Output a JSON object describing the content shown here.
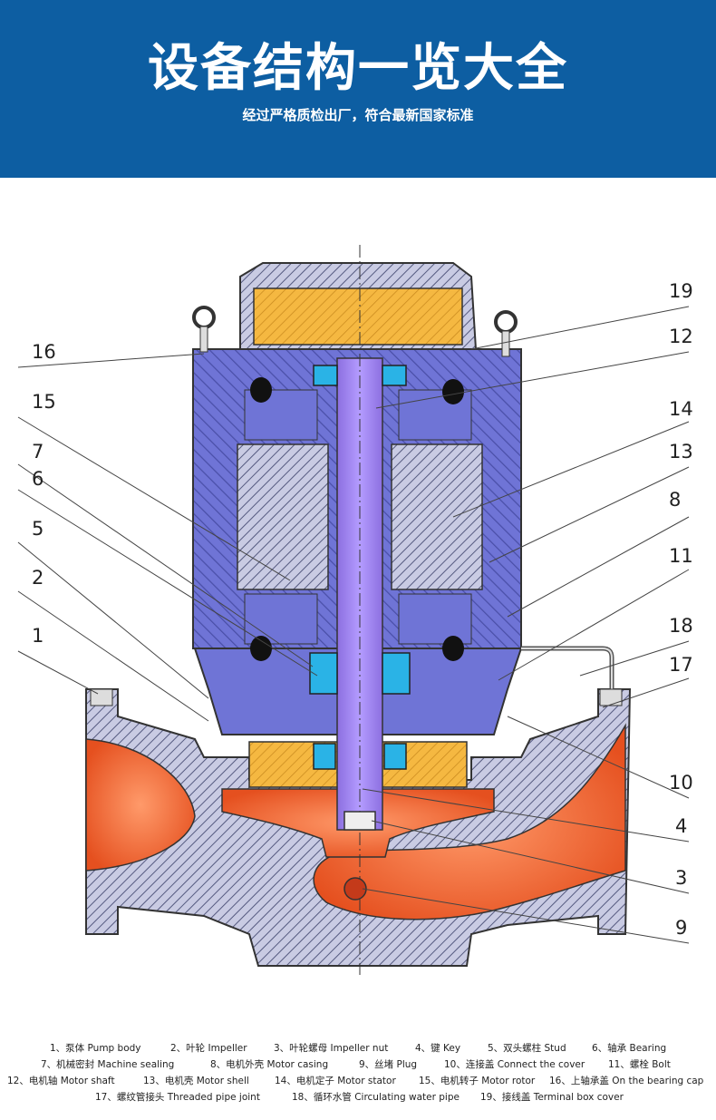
{
  "header": {
    "title": "设备结构一览大全",
    "subtitle": "经过严格质检出厂，符合最新国家标准"
  },
  "colors": {
    "banner": "#0d5ea2",
    "motor": "#6f74d6",
    "pump": "#f36a3a",
    "bearing_housing": "#f5b841",
    "bearing": "#2ab3e6",
    "casing_hatch": "#7a7fa0"
  },
  "callouts": [
    "19",
    "12",
    "14",
    "13",
    "8",
    "11",
    "18",
    "17",
    "10",
    "4",
    "3",
    "9",
    "16",
    "15",
    "7",
    "6",
    "5",
    "2",
    "1"
  ],
  "legend": [
    [
      "1、泵体 Pump body",
      "2、叶轮 Impeller",
      "3、叶轮螺母 Impeller nut",
      "4、键 Key",
      "5、双头螺柱 Stud",
      "6、轴承 Bearing"
    ],
    [
      "7、机械密封 Machine sealing",
      "8、电机外壳 Motor casing",
      "9、丝堵 Plug",
      "10、连接盖 Connect the cover",
      "11、螺栓 Bolt"
    ],
    [
      "12、电机轴 Motor shaft",
      "13、电机壳 Motor shell",
      "14、电机定子 Motor stator",
      "15、电机转子 Motor rotor",
      "16、上轴承盖 On the bearing cap"
    ],
    [
      "17、螺纹管接头 Threaded pipe joint",
      "18、循环水管 Circulating water pipe",
      "19、接线盖 Terminal box cover"
    ]
  ]
}
